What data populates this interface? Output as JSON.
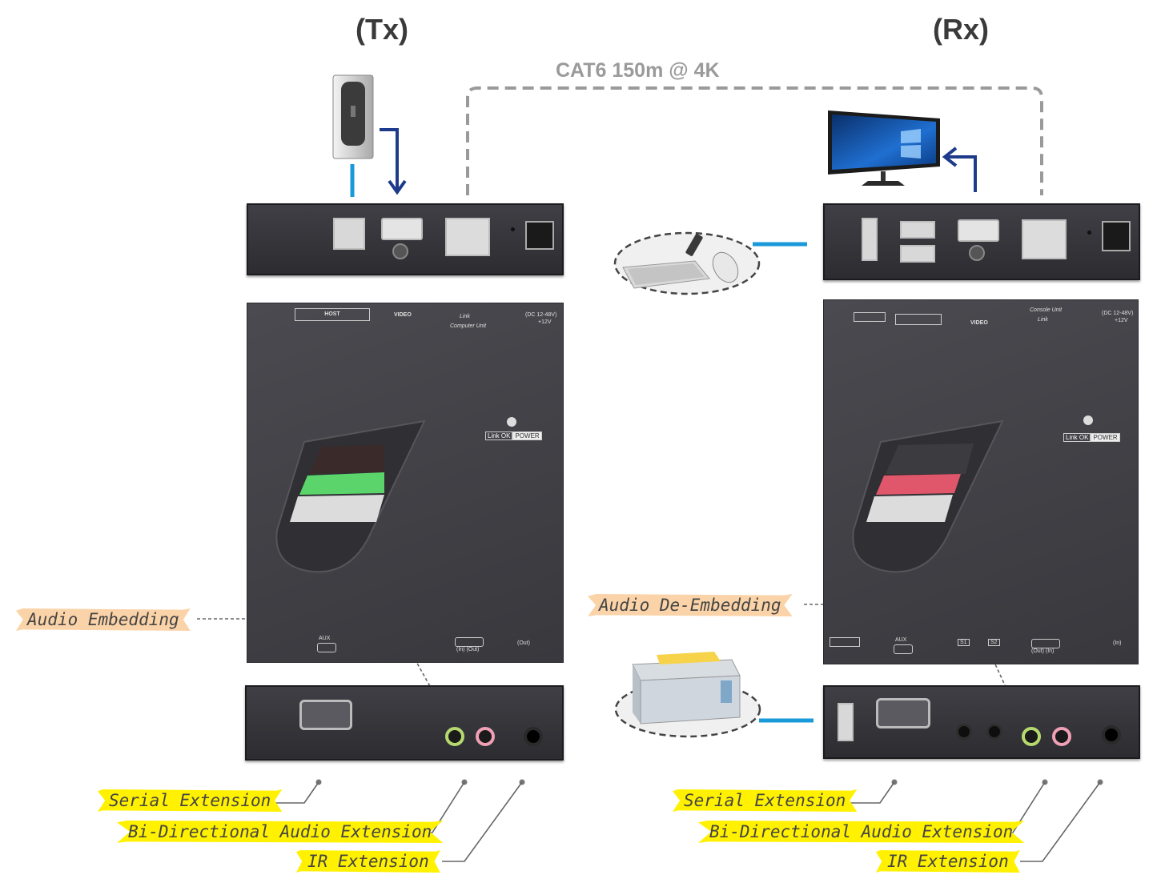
{
  "headings": {
    "tx": "(Tx)",
    "rx": "(Rx)"
  },
  "cable": {
    "label": "CAT6  150m @ 4K"
  },
  "tx": {
    "top_labels": {
      "host": "HOST",
      "video": "VIDEO",
      "link": "Link",
      "unit": "Computer Unit",
      "dc": "(DC 12-48V)",
      "volt": "+12V"
    },
    "leds": {
      "link": "Link OK",
      "power": "POWER"
    },
    "bottom_labels": {
      "aux": "AUX",
      "audio_io": "(In)  (Out)",
      "ir": "(Out)"
    },
    "tags": {
      "embedding": "Audio Embedding",
      "serial": "Serial Extension",
      "audio": "Bi-Directional Audio Extension",
      "ir": "IR Extension"
    }
  },
  "rx": {
    "top_labels": {
      "unit": "Console Unit",
      "link": "Link",
      "video": "VIDEO",
      "dc": "(DC 12-48V)",
      "volt": "+12V"
    },
    "leds": {
      "link": "Link OK",
      "power": "POWER"
    },
    "bottom_labels": {
      "aux": "AUX",
      "s1": "S1",
      "s2": "S2",
      "audio_io": "(Out)  (In)",
      "ir": "(In)"
    },
    "tags": {
      "deembedding": "Audio De-Embedding",
      "serial": "Serial Extension",
      "audio": "Bi-Directional Audio Extension",
      "ir": "IR Extension"
    }
  },
  "colors": {
    "tag_yellow": "#fff100",
    "tag_orange": "#fbd3a8",
    "usb_line": "#1a9ad9",
    "hdmi_arrow": "#1d3b8a",
    "cable": "#9a9a9a"
  }
}
